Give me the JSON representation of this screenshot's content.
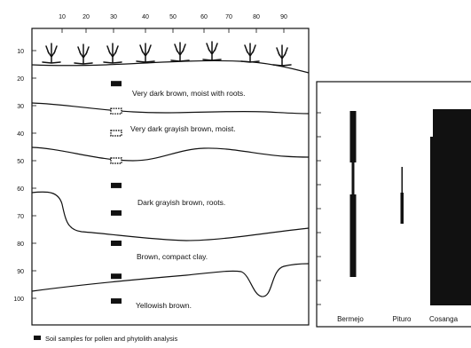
{
  "profile": {
    "x_ticks": [
      "10",
      "20",
      "30",
      "40",
      "50",
      "60",
      "70",
      "80",
      "90"
    ],
    "y_ticks": [
      "10",
      "20",
      "30",
      "40",
      "50",
      "60",
      "70",
      "80",
      "90",
      "100"
    ],
    "layers": [
      "Very dark brown, moist with roots.",
      "Very dark grayish brown, moist.",
      "Dark grayish brown, roots.",
      "Brown, compact clay.",
      "Yellowish brown."
    ],
    "samples": [
      {
        "depth": 22,
        "style": "solid"
      },
      {
        "depth": 32,
        "style": "dotted"
      },
      {
        "depth": 40,
        "style": "dotted"
      },
      {
        "depth": 50,
        "style": "dotted"
      },
      {
        "depth": 59,
        "style": "solid"
      },
      {
        "depth": 69,
        "style": "solid"
      },
      {
        "depth": 80,
        "style": "solid"
      },
      {
        "depth": 92,
        "style": "solid"
      },
      {
        "depth": 101,
        "style": "solid"
      }
    ]
  },
  "legend": {
    "text": "Soil samples for pollen and phytolith analysis"
  },
  "columns": [
    "Bermejo",
    "Pituro",
    "Cosanga"
  ],
  "colors": {
    "ink": "#111111",
    "background": "#ffffff"
  }
}
